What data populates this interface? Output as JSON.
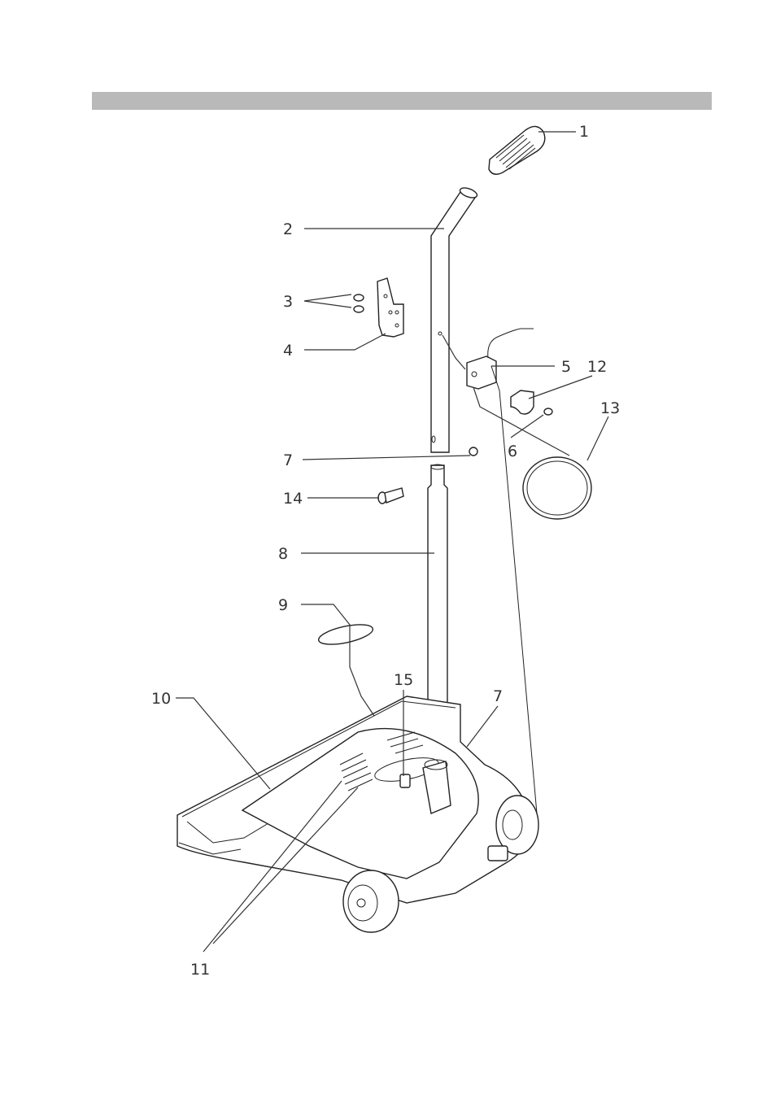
{
  "colors": {
    "header_bar": "#b9b9b9",
    "line": "#222222",
    "label": "#333333"
  },
  "labels": {
    "p1": "1",
    "p2": "2",
    "p3": "3",
    "p4": "4",
    "p5": "5",
    "p6": "6",
    "p7a": "7",
    "p7b": "7",
    "p8": "8",
    "p9": "9",
    "p10": "10",
    "p11": "11",
    "p12": "12",
    "p13": "13",
    "p14": "14",
    "p15": "15"
  }
}
